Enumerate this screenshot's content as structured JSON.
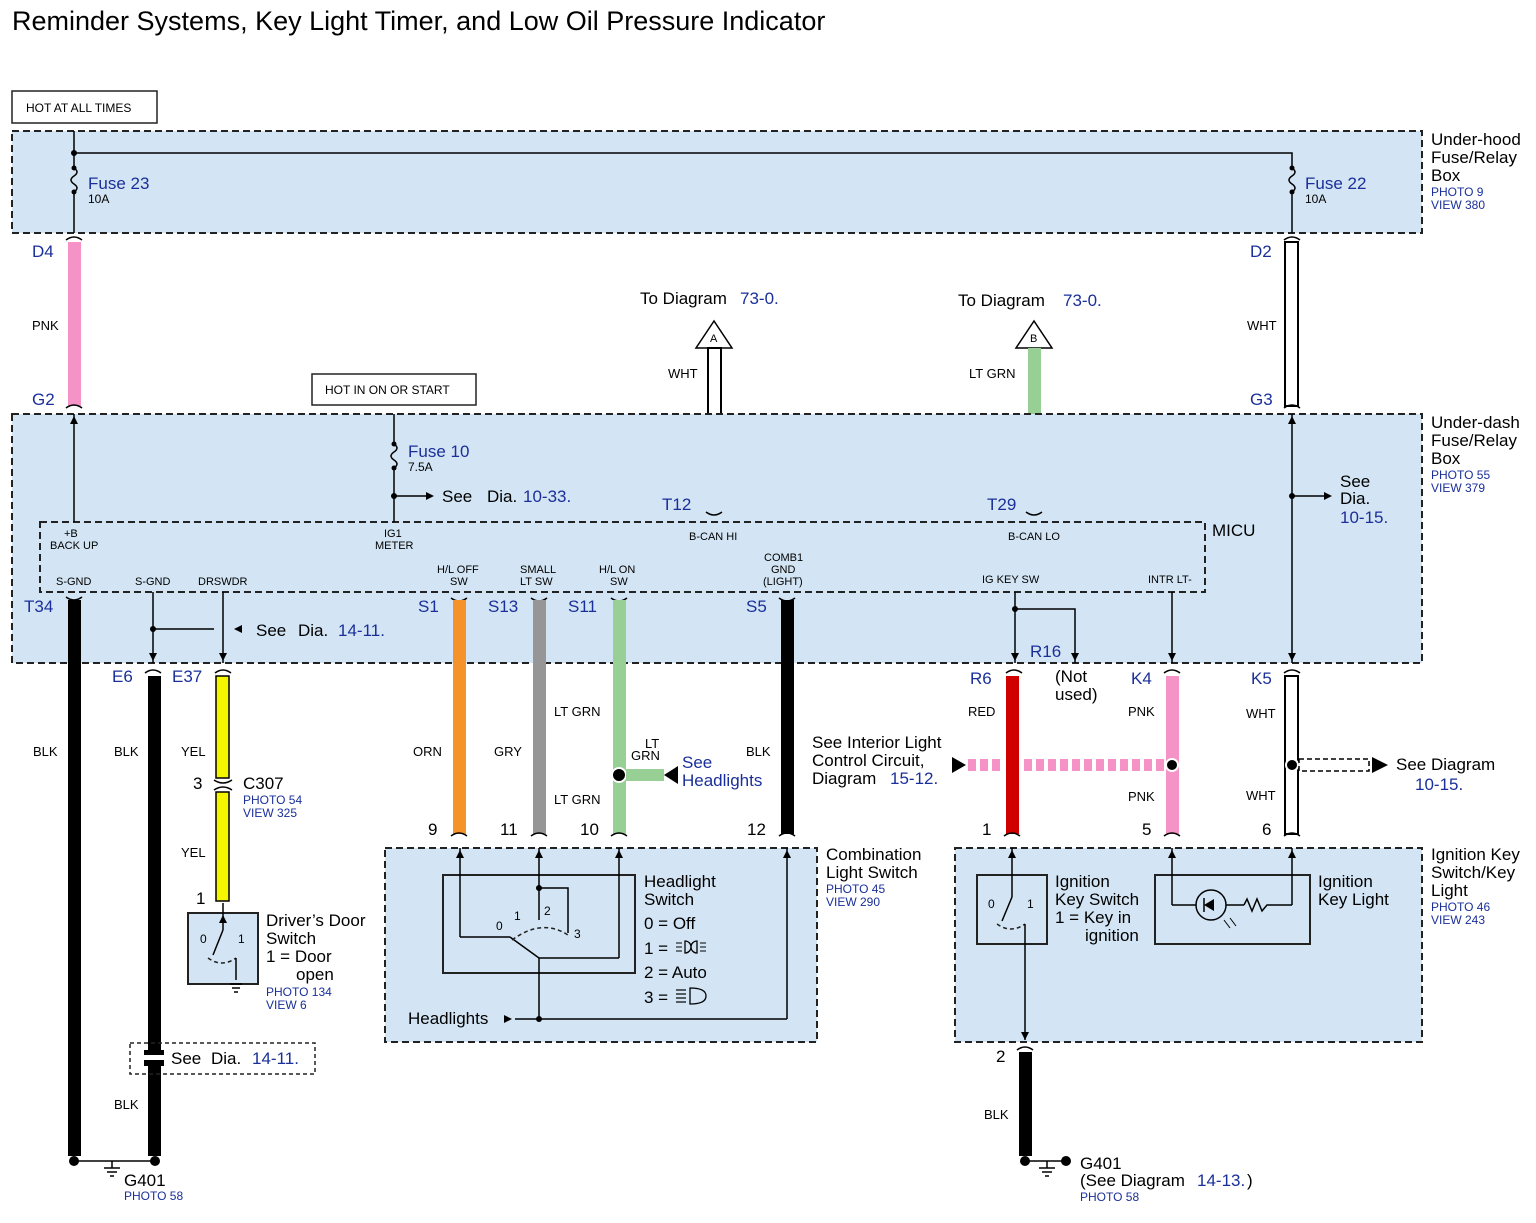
{
  "title": "Reminder Systems, Key Light Timer, and Low Oil Pressure Indicator",
  "hot_at_all_times": "HOT AT ALL TIMES",
  "hot_in_on_or_start": "HOT IN ON OR START",
  "underhood_box": {
    "label_1": "Under-hood",
    "label_2": "Fuse/Relay",
    "label_3": "Box",
    "photo": "PHOTO 9",
    "view": "VIEW 380",
    "fuse_left": "Fuse 23",
    "fuse_left_rating": "10A",
    "fuse_right": "Fuse 22",
    "fuse_right_rating": "10A"
  },
  "underdash_box": {
    "label_1": "Under-dash",
    "label_2": "Fuse/Relay",
    "label_3": "Box",
    "photo": "PHOTO 55",
    "view": "VIEW 379",
    "fuse": "Fuse 10",
    "fuse_rating": "7.5A",
    "see_fuse10": "See",
    "see_fuse10_dia": "Dia.",
    "see_fuse10_ref": "10-33.",
    "see_right_1": "See",
    "see_right_2": "Dia.",
    "see_right_3": "10-15.",
    "see_drswdr": "See",
    "see_drswdr_dia": "Dia.",
    "see_drswdr_ref": "14-11."
  },
  "micu": {
    "label": "MICU",
    "pins": {
      "backup_1": "+B",
      "backup_2": "BACK UP",
      "ig1_1": "IG1",
      "ig1_2": "METER",
      "bcan_hi": "B-CAN HI",
      "bcan_lo": "B-CAN LO",
      "sgnd1": "S-GND",
      "sgnd2": "S-GND",
      "drswdr": "DRSWDR",
      "hloff_1": "H/L OFF",
      "hloff_2": "SW",
      "small_1": "SMALL",
      "small_2": "LT SW",
      "hlon_1": "H/L ON",
      "hlon_2": "SW",
      "comb_1": "COMB1",
      "comb_2": "GND",
      "comb_3": "(LIGHT)",
      "igkey": "IG KEY SW",
      "intr": "INTR LT-"
    }
  },
  "connectors": {
    "D4": "D4",
    "G2": "G2",
    "D2": "D2",
    "G3": "G3",
    "T12": "T12",
    "T29": "T29",
    "T34": "T34",
    "E6": "E6",
    "E37": "E37",
    "S1": "S1",
    "S13": "S13",
    "S11": "S11",
    "S5": "S5",
    "R6": "R6",
    "R16": "R16",
    "K4": "K4",
    "K5": "K5"
  },
  "wires": {
    "pnk": "PNK",
    "wht_top_right": "WHT",
    "wht_a": "WHT",
    "ltgrn_b": "LT GRN",
    "blk1": "BLK",
    "blk2": "BLK",
    "blk3": "BLK",
    "yel1": "YEL",
    "yel2": "YEL",
    "orn": "ORN",
    "gry": "GRY",
    "ltgrn1": "LT GRN",
    "ltgrn2": "LT GRN",
    "ltgrn_branch_1": "LT",
    "ltgrn_branch_2": "GRN",
    "blk_s5": "BLK",
    "red": "RED",
    "pnk_k4_1": "PNK",
    "pnk_k4_2": "PNK",
    "wht_k5_1": "WHT",
    "wht_k5_2": "WHT",
    "blk_ign": "BLK"
  },
  "to_diagram_a": {
    "prefix": "To Diagram",
    "ref": "73-0.",
    "letter": "A"
  },
  "to_diagram_b": {
    "prefix": "To Diagram",
    "ref": "73-0.",
    "letter": "B"
  },
  "r16_note_1": "(Not",
  "r16_note_2": "used)",
  "c307": {
    "pin_top": "3",
    "label": "C307",
    "photo": "PHOTO 54",
    "view": "VIEW 325",
    "pin_bottom": "1"
  },
  "door_switch": {
    "label_1": "Driver’s Door",
    "label_2": "Switch",
    "label_3": "1 = Door",
    "label_4": "open",
    "photo": "PHOTO 134",
    "view": "VIEW 6",
    "pos0": "0",
    "pos1": "1"
  },
  "see_dia_1411": {
    "prefix": "See",
    "dia": "Dia.",
    "ref": "14-11."
  },
  "g401_left": {
    "label": "G401",
    "photo": "PHOTO 58"
  },
  "see_headlights": {
    "line_1": "See",
    "line_2": "Headlights"
  },
  "combo_switch": {
    "label_1": "Combination",
    "label_2": "Light Switch",
    "photo": "PHOTO 45",
    "view": "VIEW 290",
    "pin9": "9",
    "pin11": "11",
    "pin10": "10",
    "pin12": "12",
    "hs_1": "Headlight",
    "hs_2": "Switch",
    "hs_off": "0 = Off",
    "hs_1eq": "1 =",
    "hs_auto": "2 = Auto",
    "hs_3eq": "3 =",
    "pos0": "0",
    "pos1": "1",
    "pos2": "2",
    "pos3": "3",
    "headlights": "Headlights"
  },
  "interior_light": {
    "line_1": "See Interior Light",
    "line_2": "Control Circuit,",
    "line_3": "Diagram",
    "ref": "15-12."
  },
  "see_diagram_1015": {
    "line_1": "See Diagram",
    "ref": "10-15."
  },
  "ignition_box": {
    "label_1": "Ignition Key",
    "label_2": "Switch/Key",
    "label_3": "Light",
    "photo": "PHOTO 46",
    "view": "VIEW 243",
    "pin1": "1",
    "pin5": "5",
    "pin6": "6",
    "pin2": "2",
    "ks_1": "Ignition",
    "ks_2": "Key Switch",
    "ks_3": "1 = Key in",
    "ks_4": "ignition",
    "kl_1": "Ignition",
    "kl_2": "Key Light",
    "pos0": "0",
    "pos1": "1"
  },
  "g401_right": {
    "label": "G401",
    "note_prefix": "(See Diagram",
    "ref": "14-13.",
    "note_suffix": ")",
    "photo": "PHOTO 58"
  },
  "colors": {
    "box_fill": "#d3e5f4",
    "ref_blue": "#1a2f9a",
    "pnk": "#f593c6",
    "wht": "#ffffff",
    "ltgrn": "#97cf95",
    "blk": "#000000",
    "yel": "#f5f500",
    "orn": "#f5922a",
    "gry": "#969696",
    "red": "#d10000"
  }
}
